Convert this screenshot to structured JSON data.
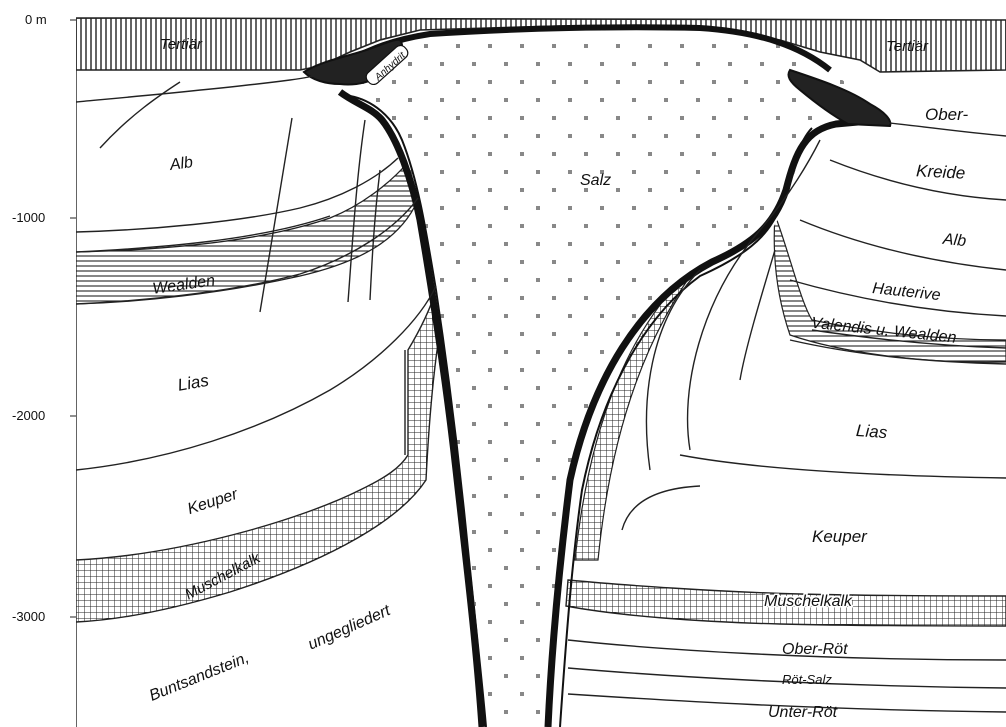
{
  "depth_axis": {
    "ticks": [
      {
        "value": 0,
        "label": "0 m"
      },
      {
        "value": -1000,
        "label": "-1000"
      },
      {
        "value": -2000,
        "label": "-2000"
      },
      {
        "value": -3000,
        "label": "-3000"
      }
    ]
  },
  "salt_dome": {
    "core_label": "Salz",
    "caprock_label": "Anhydrit"
  },
  "left_flank": {
    "units": [
      "Tertiär",
      "Alb",
      "Wealden",
      "Lias",
      "Keuper",
      "Muschelkalk",
      "Buntsandstein,",
      "ungegliedert"
    ]
  },
  "right_flank": {
    "units": [
      "Tertiär",
      "Ober-",
      "Kreide",
      "Alb",
      "Hauterive",
      "Valendis u. Wealden",
      "Lias",
      "Keuper",
      "Muschelkalk",
      "Ober-Röt",
      "Röt-Salz",
      "Unter-Röt"
    ]
  }
}
